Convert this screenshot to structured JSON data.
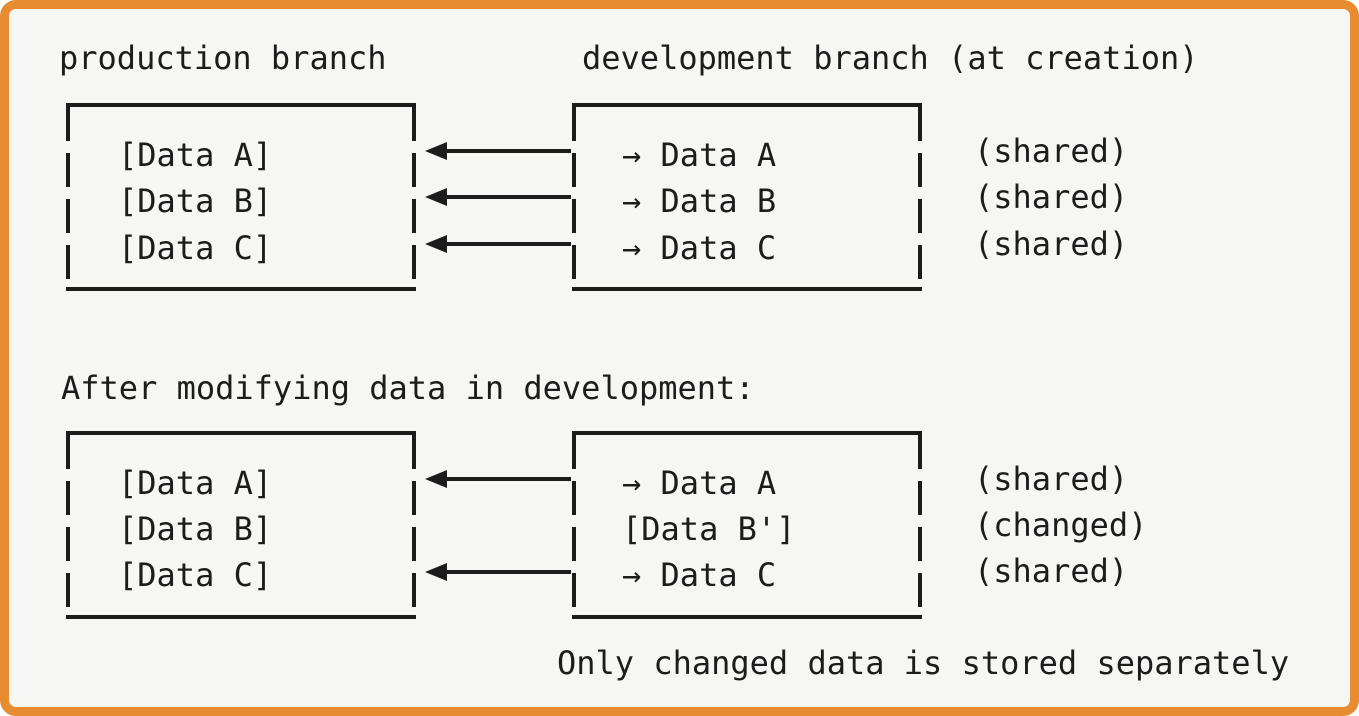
{
  "panel": {
    "page_background": "#ffffff",
    "background": "#f6f6f5",
    "border_color": "#e78c30",
    "text_color": "#1c1c1c"
  },
  "initial_state": {
    "production_title": "production branch",
    "development_title": "development branch (at creation)",
    "production_rows": [
      "[Data A]",
      "[Data B]",
      "[Data C]"
    ],
    "development_rows": [
      "→ Data A",
      "→ Data B",
      "→ Data C"
    ],
    "annotations": [
      "(shared)",
      "(shared)",
      "(shared)"
    ]
  },
  "after_state": {
    "heading": "After modifying data in development:",
    "production_rows": [
      "[Data A]",
      "[Data B]",
      "[Data C]"
    ],
    "development_rows": [
      "→ Data A",
      "[Data B']",
      "→ Data C"
    ],
    "annotations": [
      "(shared)",
      "(changed)",
      "(shared)"
    ]
  },
  "footer_note": "Only changed data is stored separately"
}
